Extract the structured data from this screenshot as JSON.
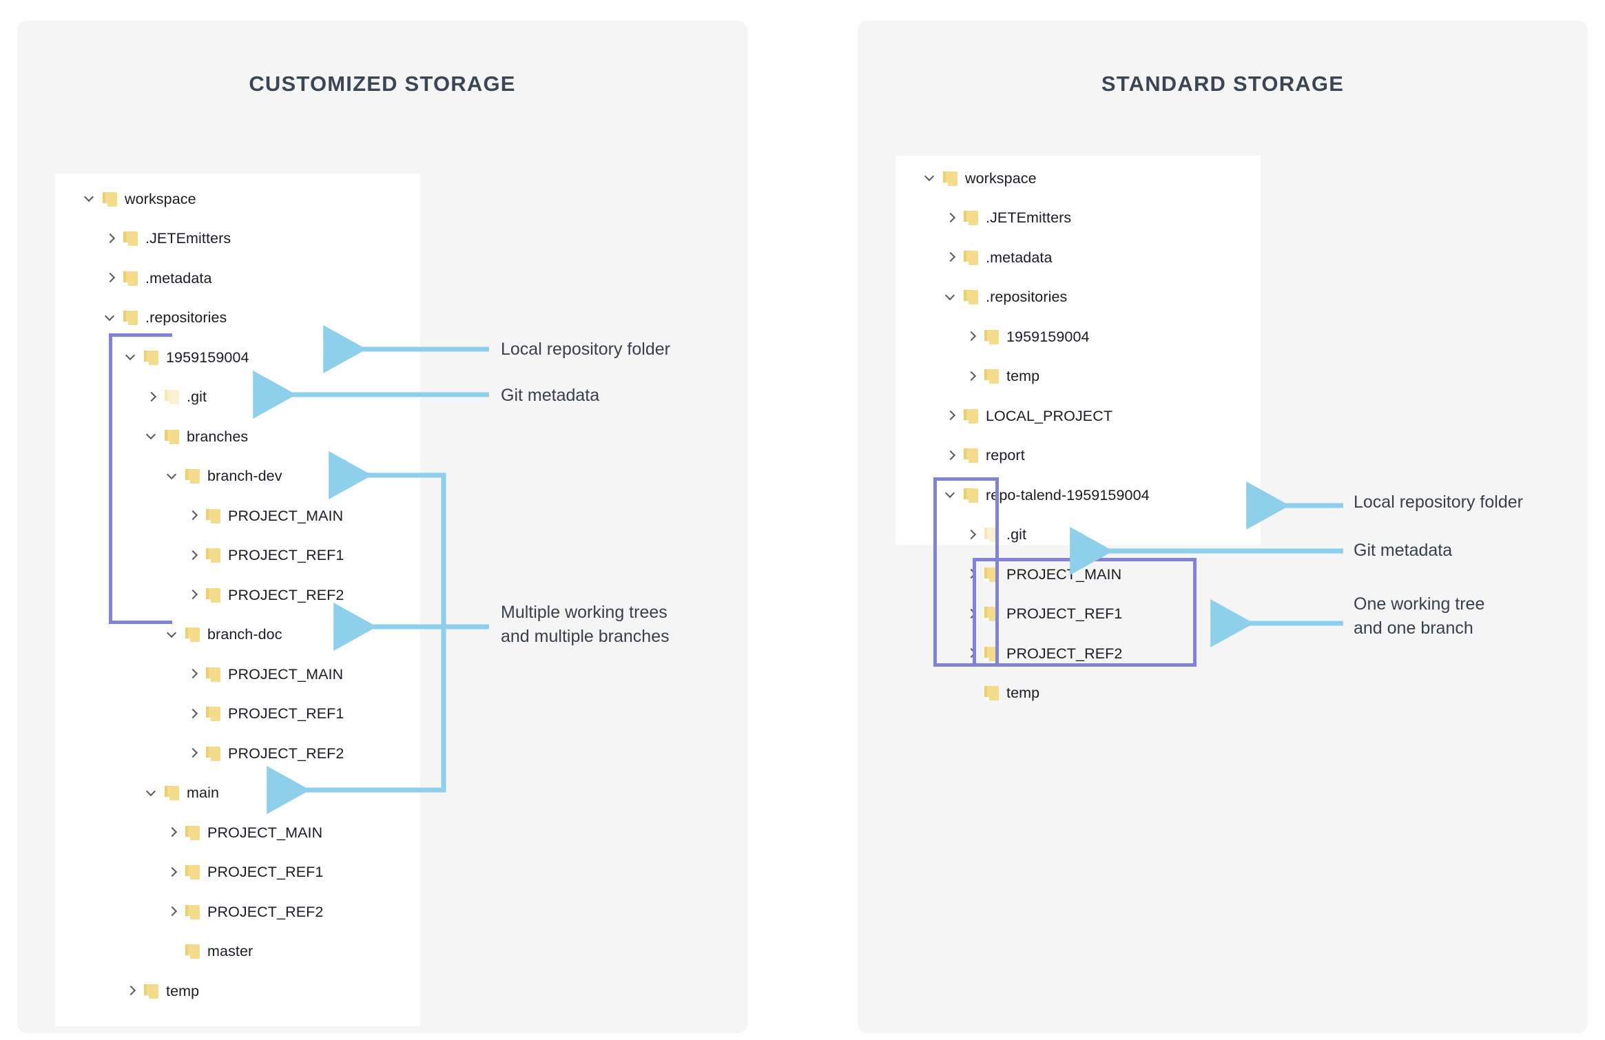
{
  "panels": [
    {
      "id": "customized",
      "title": "CUSTOMIZED STORAGE",
      "tree": [
        {
          "label": "workspace",
          "depth": 0,
          "chevron": "down",
          "icon": "folder"
        },
        {
          "label": ".JETEmitters",
          "depth": 1,
          "chevron": "right",
          "icon": "folder"
        },
        {
          "label": ".metadata",
          "depth": 1,
          "chevron": "right",
          "icon": "folder"
        },
        {
          "label": ".repositories",
          "depth": 1,
          "chevron": "down",
          "icon": "folder"
        },
        {
          "label": "1959159004",
          "depth": 2,
          "chevron": "down",
          "icon": "folder"
        },
        {
          "label": ".git",
          "depth": 3,
          "chevron": "right",
          "icon": "folder-pale"
        },
        {
          "label": "branches",
          "depth": 3,
          "chevron": "down",
          "icon": "folder"
        },
        {
          "label": "branch-dev",
          "depth": 4,
          "chevron": "down",
          "icon": "folder"
        },
        {
          "label": "PROJECT_MAIN",
          "depth": 5,
          "chevron": "right",
          "icon": "folder"
        },
        {
          "label": "PROJECT_REF1",
          "depth": 5,
          "chevron": "right",
          "icon": "folder"
        },
        {
          "label": "PROJECT_REF2",
          "depth": 5,
          "chevron": "right",
          "icon": "folder"
        },
        {
          "label": "branch-doc",
          "depth": 4,
          "chevron": "down",
          "icon": "folder"
        },
        {
          "label": "PROJECT_MAIN",
          "depth": 5,
          "chevron": "right",
          "icon": "folder"
        },
        {
          "label": "PROJECT_REF1",
          "depth": 5,
          "chevron": "right",
          "icon": "folder"
        },
        {
          "label": "PROJECT_REF2",
          "depth": 5,
          "chevron": "right",
          "icon": "folder"
        },
        {
          "label": "main",
          "depth": 3,
          "chevron": "down",
          "icon": "folder"
        },
        {
          "label": "PROJECT_MAIN",
          "depth": 4,
          "chevron": "right",
          "icon": "folder"
        },
        {
          "label": "PROJECT_REF1",
          "depth": 4,
          "chevron": "right",
          "icon": "folder"
        },
        {
          "label": "PROJECT_REF2",
          "depth": 4,
          "chevron": "right",
          "icon": "folder"
        },
        {
          "label": "master",
          "depth": 4,
          "chevron": "none",
          "icon": "folder"
        },
        {
          "label": "temp",
          "depth": 2,
          "chevron": "right",
          "icon": "folder"
        }
      ],
      "notes": [
        {
          "id": "note-local-repo",
          "text": "Local repository folder"
        },
        {
          "id": "note-git-metadata",
          "text": "Git metadata"
        },
        {
          "id": "note-multi-trees",
          "text": "Multiple working trees\nand multiple branches"
        }
      ]
    },
    {
      "id": "standard",
      "title": "STANDARD STORAGE",
      "tree": [
        {
          "label": "workspace",
          "depth": 0,
          "chevron": "down",
          "icon": "folder"
        },
        {
          "label": ".JETEmitters",
          "depth": 1,
          "chevron": "right",
          "icon": "folder"
        },
        {
          "label": ".metadata",
          "depth": 1,
          "chevron": "right",
          "icon": "folder"
        },
        {
          "label": ".repositories",
          "depth": 1,
          "chevron": "down",
          "icon": "folder"
        },
        {
          "label": "1959159004",
          "depth": 2,
          "chevron": "right",
          "icon": "folder"
        },
        {
          "label": "temp",
          "depth": 2,
          "chevron": "right",
          "icon": "folder"
        },
        {
          "label": "LOCAL_PROJECT",
          "depth": 1,
          "chevron": "right",
          "icon": "folder"
        },
        {
          "label": "report",
          "depth": 1,
          "chevron": "right",
          "icon": "folder"
        },
        {
          "label": "repo-talend-1959159004",
          "depth": 1,
          "chevron": "down",
          "icon": "folder"
        },
        {
          "label": ".git",
          "depth": 2,
          "chevron": "right",
          "icon": "folder-pale"
        },
        {
          "label": "PROJECT_MAIN",
          "depth": 2,
          "chevron": "right",
          "icon": "folder"
        },
        {
          "label": "PROJECT_REF1",
          "depth": 2,
          "chevron": "right",
          "icon": "folder"
        },
        {
          "label": "PROJECT_REF2",
          "depth": 2,
          "chevron": "right",
          "icon": "folder"
        },
        {
          "label": "temp",
          "depth": 2,
          "chevron": "none",
          "icon": "folder"
        }
      ],
      "notes": [
        {
          "id": "note-local-repo",
          "text": "Local repository folder"
        },
        {
          "id": "note-git-metadata",
          "text": "Git metadata"
        },
        {
          "id": "note-one-tree",
          "text": "One working tree\nand one branch"
        }
      ]
    }
  ],
  "colors": {
    "card_background": "#f5f5f6",
    "tree_background": "#ffffff",
    "bracket_purple": "#8282d6",
    "arrow_blue": "#8ed0ec",
    "title_text": "#3b4654",
    "note_text": "#37404c",
    "folder_yellow": "#f4dc8c"
  }
}
